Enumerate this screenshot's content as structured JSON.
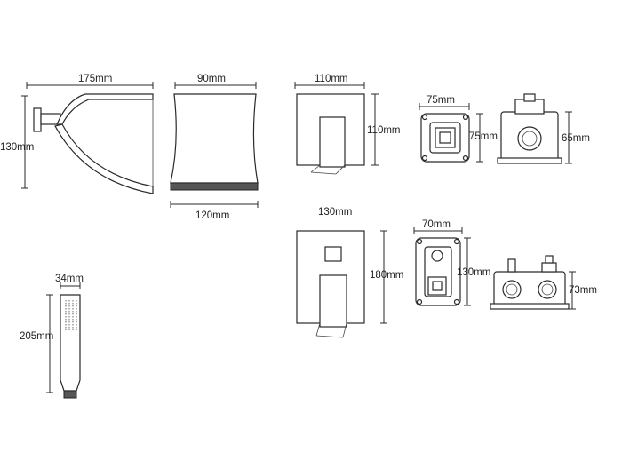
{
  "dimensions": {
    "spout_width": "175mm",
    "spout_height": "130mm",
    "spout_top_width": "90mm",
    "spout_bottom_width": "120mm",
    "plate_small_width": "110mm",
    "plate_small_height": "110mm",
    "valve_small_width": "75mm",
    "valve_small_height": "75mm",
    "valve_small_depth": "65mm",
    "plate_large_width": "130mm",
    "plate_large_height": "180mm",
    "valve_large_width": "70mm",
    "valve_large_height": "130mm",
    "valve_large_depth": "73mm",
    "handshower_width": "34mm",
    "handshower_length": "205mm"
  },
  "colors": {
    "background": "#ffffff",
    "line": "#2a2a2a",
    "text": "#222222"
  }
}
